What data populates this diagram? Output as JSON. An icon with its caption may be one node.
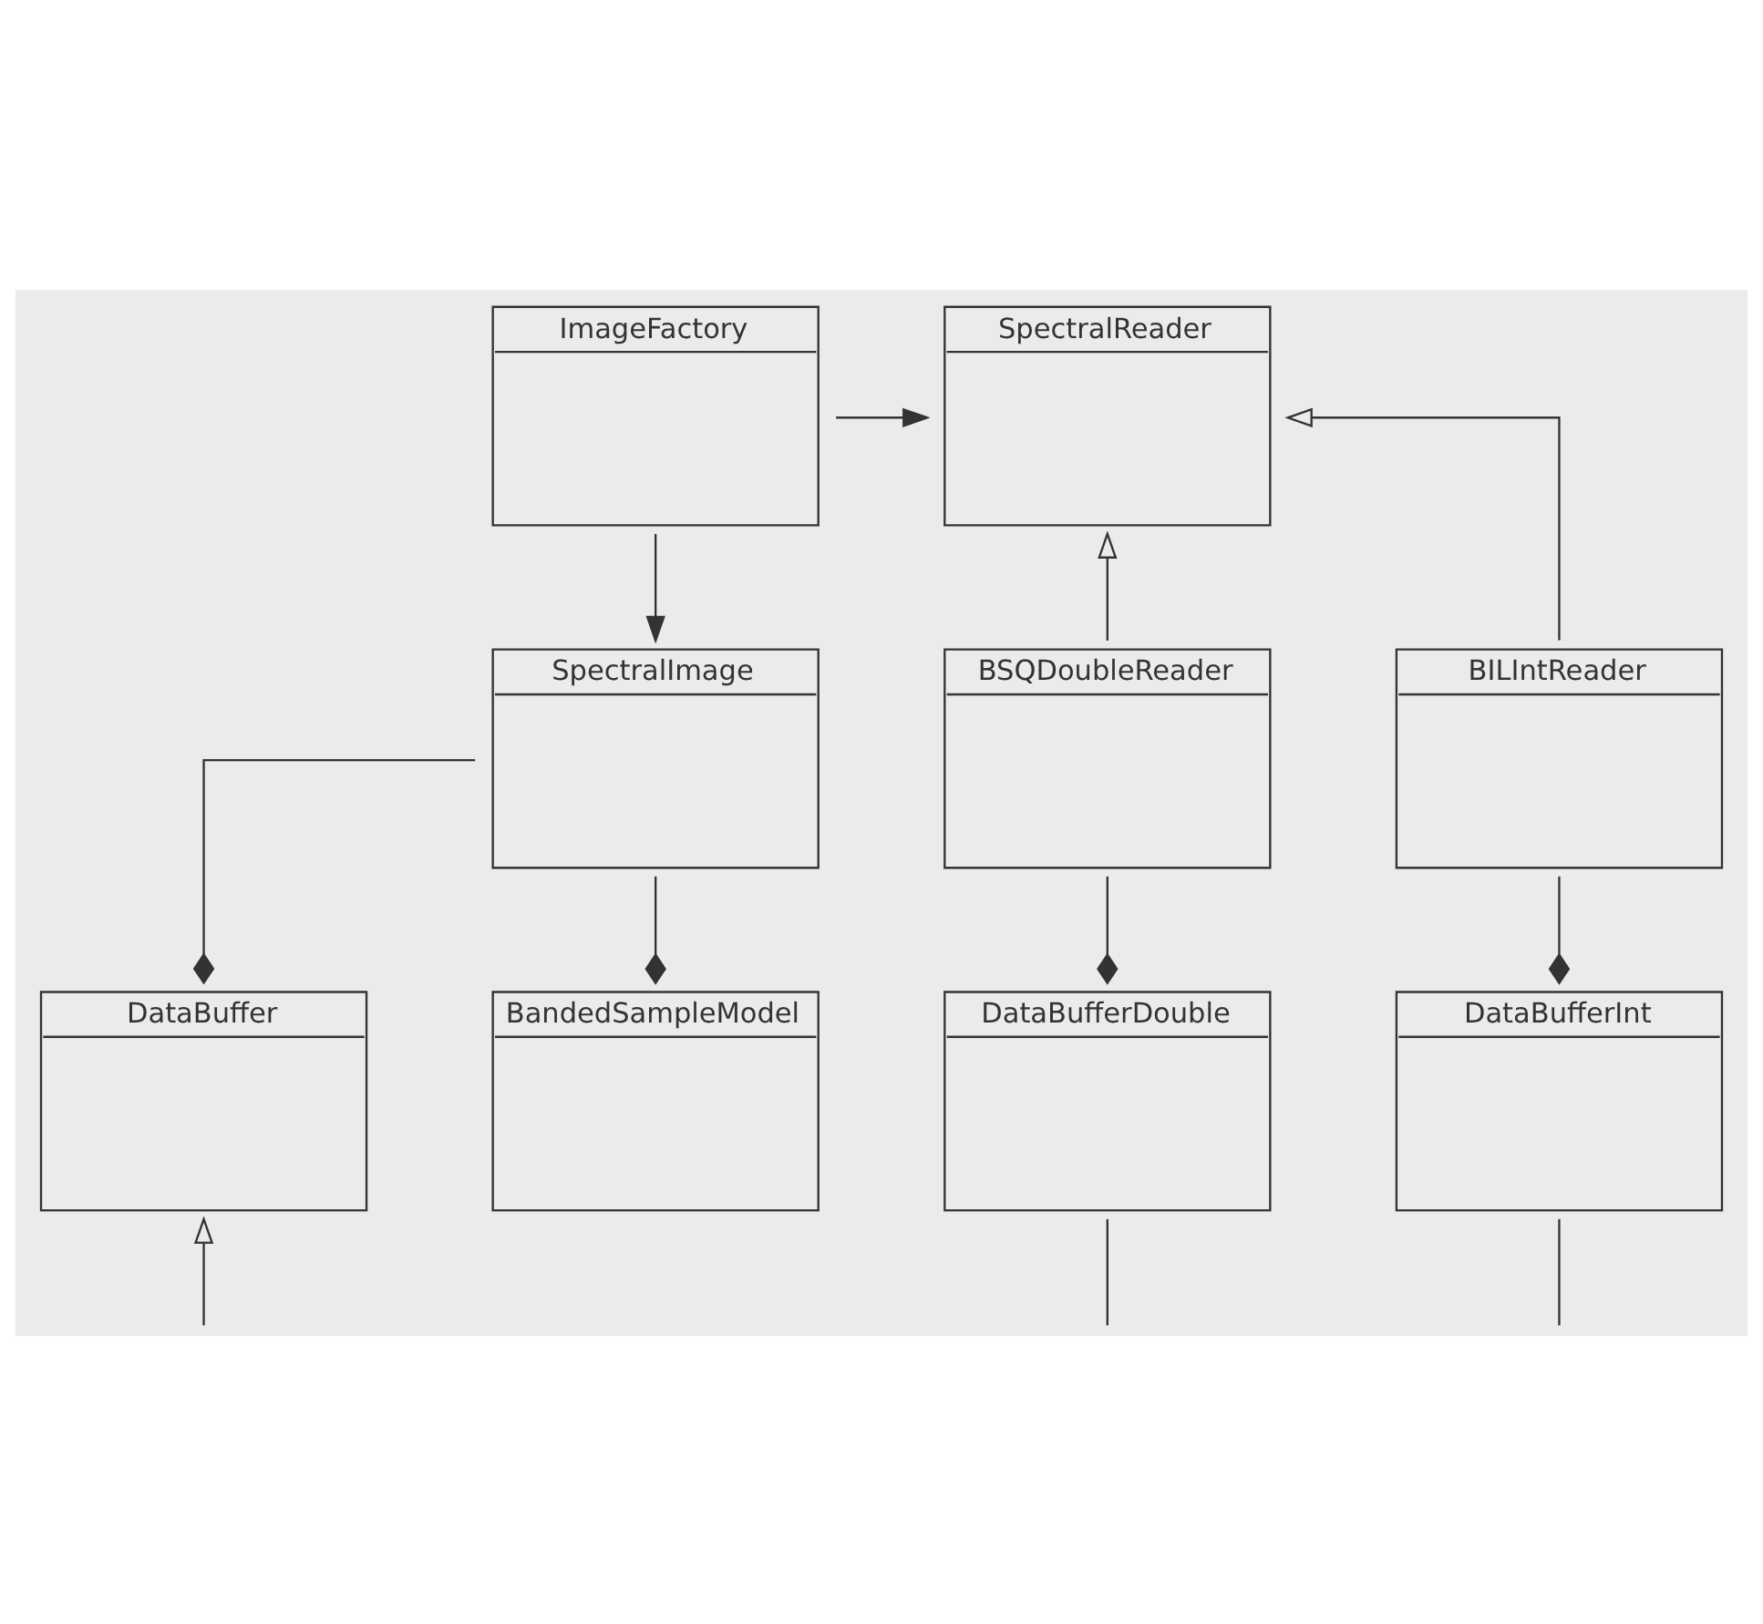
{
  "diagram": {
    "nodes": [
      {
        "text": [
          "SpectralReader"
        ]
      },
      {
        "text": [
          "ImageFactory"
        ]
      },
      {
        "text": [
          "SpectralImage"
        ]
      },
      {
        "text": [
          "BILIntReader"
        ]
      },
      {
        "text": [
          "BSQDoubleReader"
        ]
      },
      {
        "text": [
          "DataBuffer"
        ]
      },
      {
        "text": [
          "DataBufferInt"
        ]
      },
      {
        "text": [
          "DataBufferDouble"
        ]
      },
      {
        "text": [
          "BandedSampleModel"
        ]
      }
    ],
    "edges": [
      {
        "from": 1,
        "to": 0,
        "arrow": "to"
      },
      {
        "from": 1,
        "to": 2,
        "arrow": "to"
      },
      {
        "from": 3,
        "to": 0,
        "arrow": "to"
      },
      {
        "from": 4,
        "to": 0,
        "arrow": "to"
      },
      {
        "from": 3,
        "to": 6,
        "arrow": "other"
      },
      {
        "from": 4,
        "to": 7,
        "arrow": "other"
      },
      {
        "from": 2,
        "to": 5,
        "arrow": "other"
      },
      {
        "from": 2,
        "to": 8,
        "arrow": "other"
      },
      {
        "from": null,
        "to": 5,
        "arrow": "to"
      },
      {
        "from": 6,
        "to": null,
        "arrow": "none"
      },
      {
        "from": 7,
        "to": null,
        "arrow": "none"
      }
    ]
  }
}
